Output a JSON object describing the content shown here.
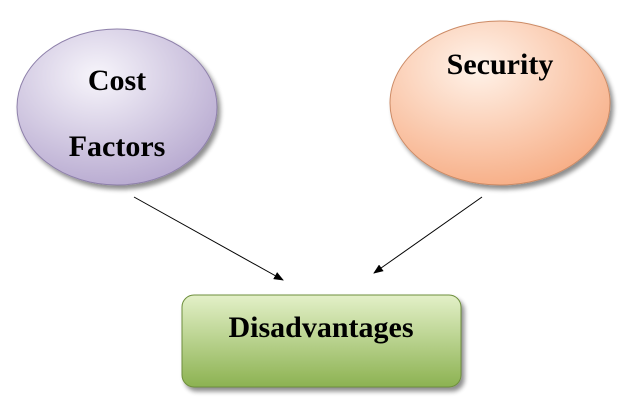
{
  "nodes": {
    "cost": {
      "line1": "Cost",
      "line2": "Factors",
      "color_light": "#f7f5fb",
      "color_dark": "#b6a8cf",
      "stroke": "#8e80aa"
    },
    "security": {
      "label": "Security",
      "color_light": "#fff3ea",
      "color_dark": "#f7ae86",
      "stroke": "#cc8b66"
    },
    "disadvantages": {
      "label": "Disadvantages",
      "color_light": "#e3f0c8",
      "color_dark": "#8cb251",
      "stroke": "#6e8f3c"
    }
  },
  "edges": [
    {
      "from": "Cost Factors",
      "to": "Disadvantages"
    },
    {
      "from": "Security",
      "to": "Disadvantages"
    }
  ],
  "colors": {
    "arrow": "#000000",
    "background": "#ffffff"
  }
}
